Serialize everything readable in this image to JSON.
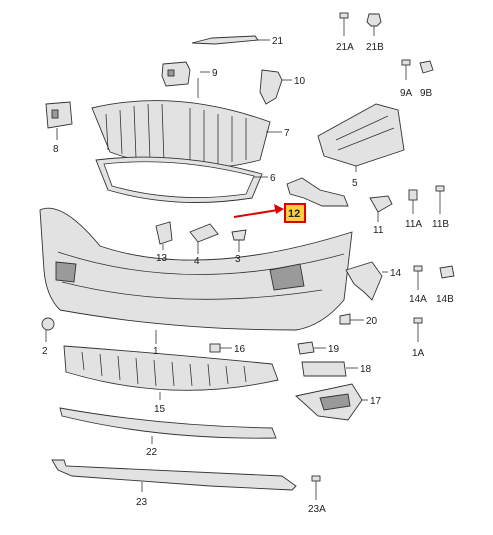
{
  "labels": {
    "p1": "1",
    "p1A": "1A",
    "p2": "2",
    "p3": "3",
    "p4": "4",
    "p5": "5",
    "p6": "6",
    "p7": "7",
    "p8": "8",
    "p9": "9",
    "p9A": "9A",
    "p9B": "9B",
    "p10": "10",
    "p11": "11",
    "p11A": "11A",
    "p11B": "11B",
    "p12": "12",
    "p13": "13",
    "p14": "14",
    "p14A": "14A",
    "p14B": "14B",
    "p15": "15",
    "p16": "16",
    "p17": "17",
    "p18": "18",
    "p19": "19",
    "p20": "20",
    "p21": "21",
    "p21A": "21A",
    "p21B": "21B",
    "p22": "22",
    "p23": "23",
    "p23A": "23A"
  },
  "highlight": {
    "label": "12",
    "box_fill": "#ffd23c",
    "border_color": "#e00000",
    "arrow_color": "#e00000"
  }
}
